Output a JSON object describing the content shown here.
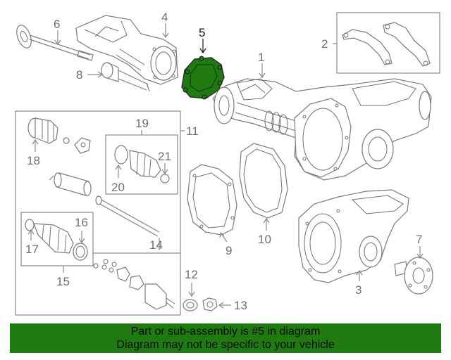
{
  "labels": {
    "p1": "1",
    "p2": "2",
    "p3": "3",
    "p4": "4",
    "p5": "5",
    "p6": "6",
    "p7": "7",
    "p8": "8",
    "p9": "9",
    "p10": "10",
    "p11": "11",
    "p12": "12",
    "p13": "13",
    "p14": "14",
    "p15": "15",
    "p16": "16",
    "p17": "17",
    "p18": "18",
    "p19": "19",
    "p20": "20",
    "p21": "21"
  },
  "highlight_color": "#1f7a10",
  "banner": {
    "line1": "Part or sub-assembly is #5 in diagram",
    "line2": "Diagram may not be specific to your vehicle"
  }
}
